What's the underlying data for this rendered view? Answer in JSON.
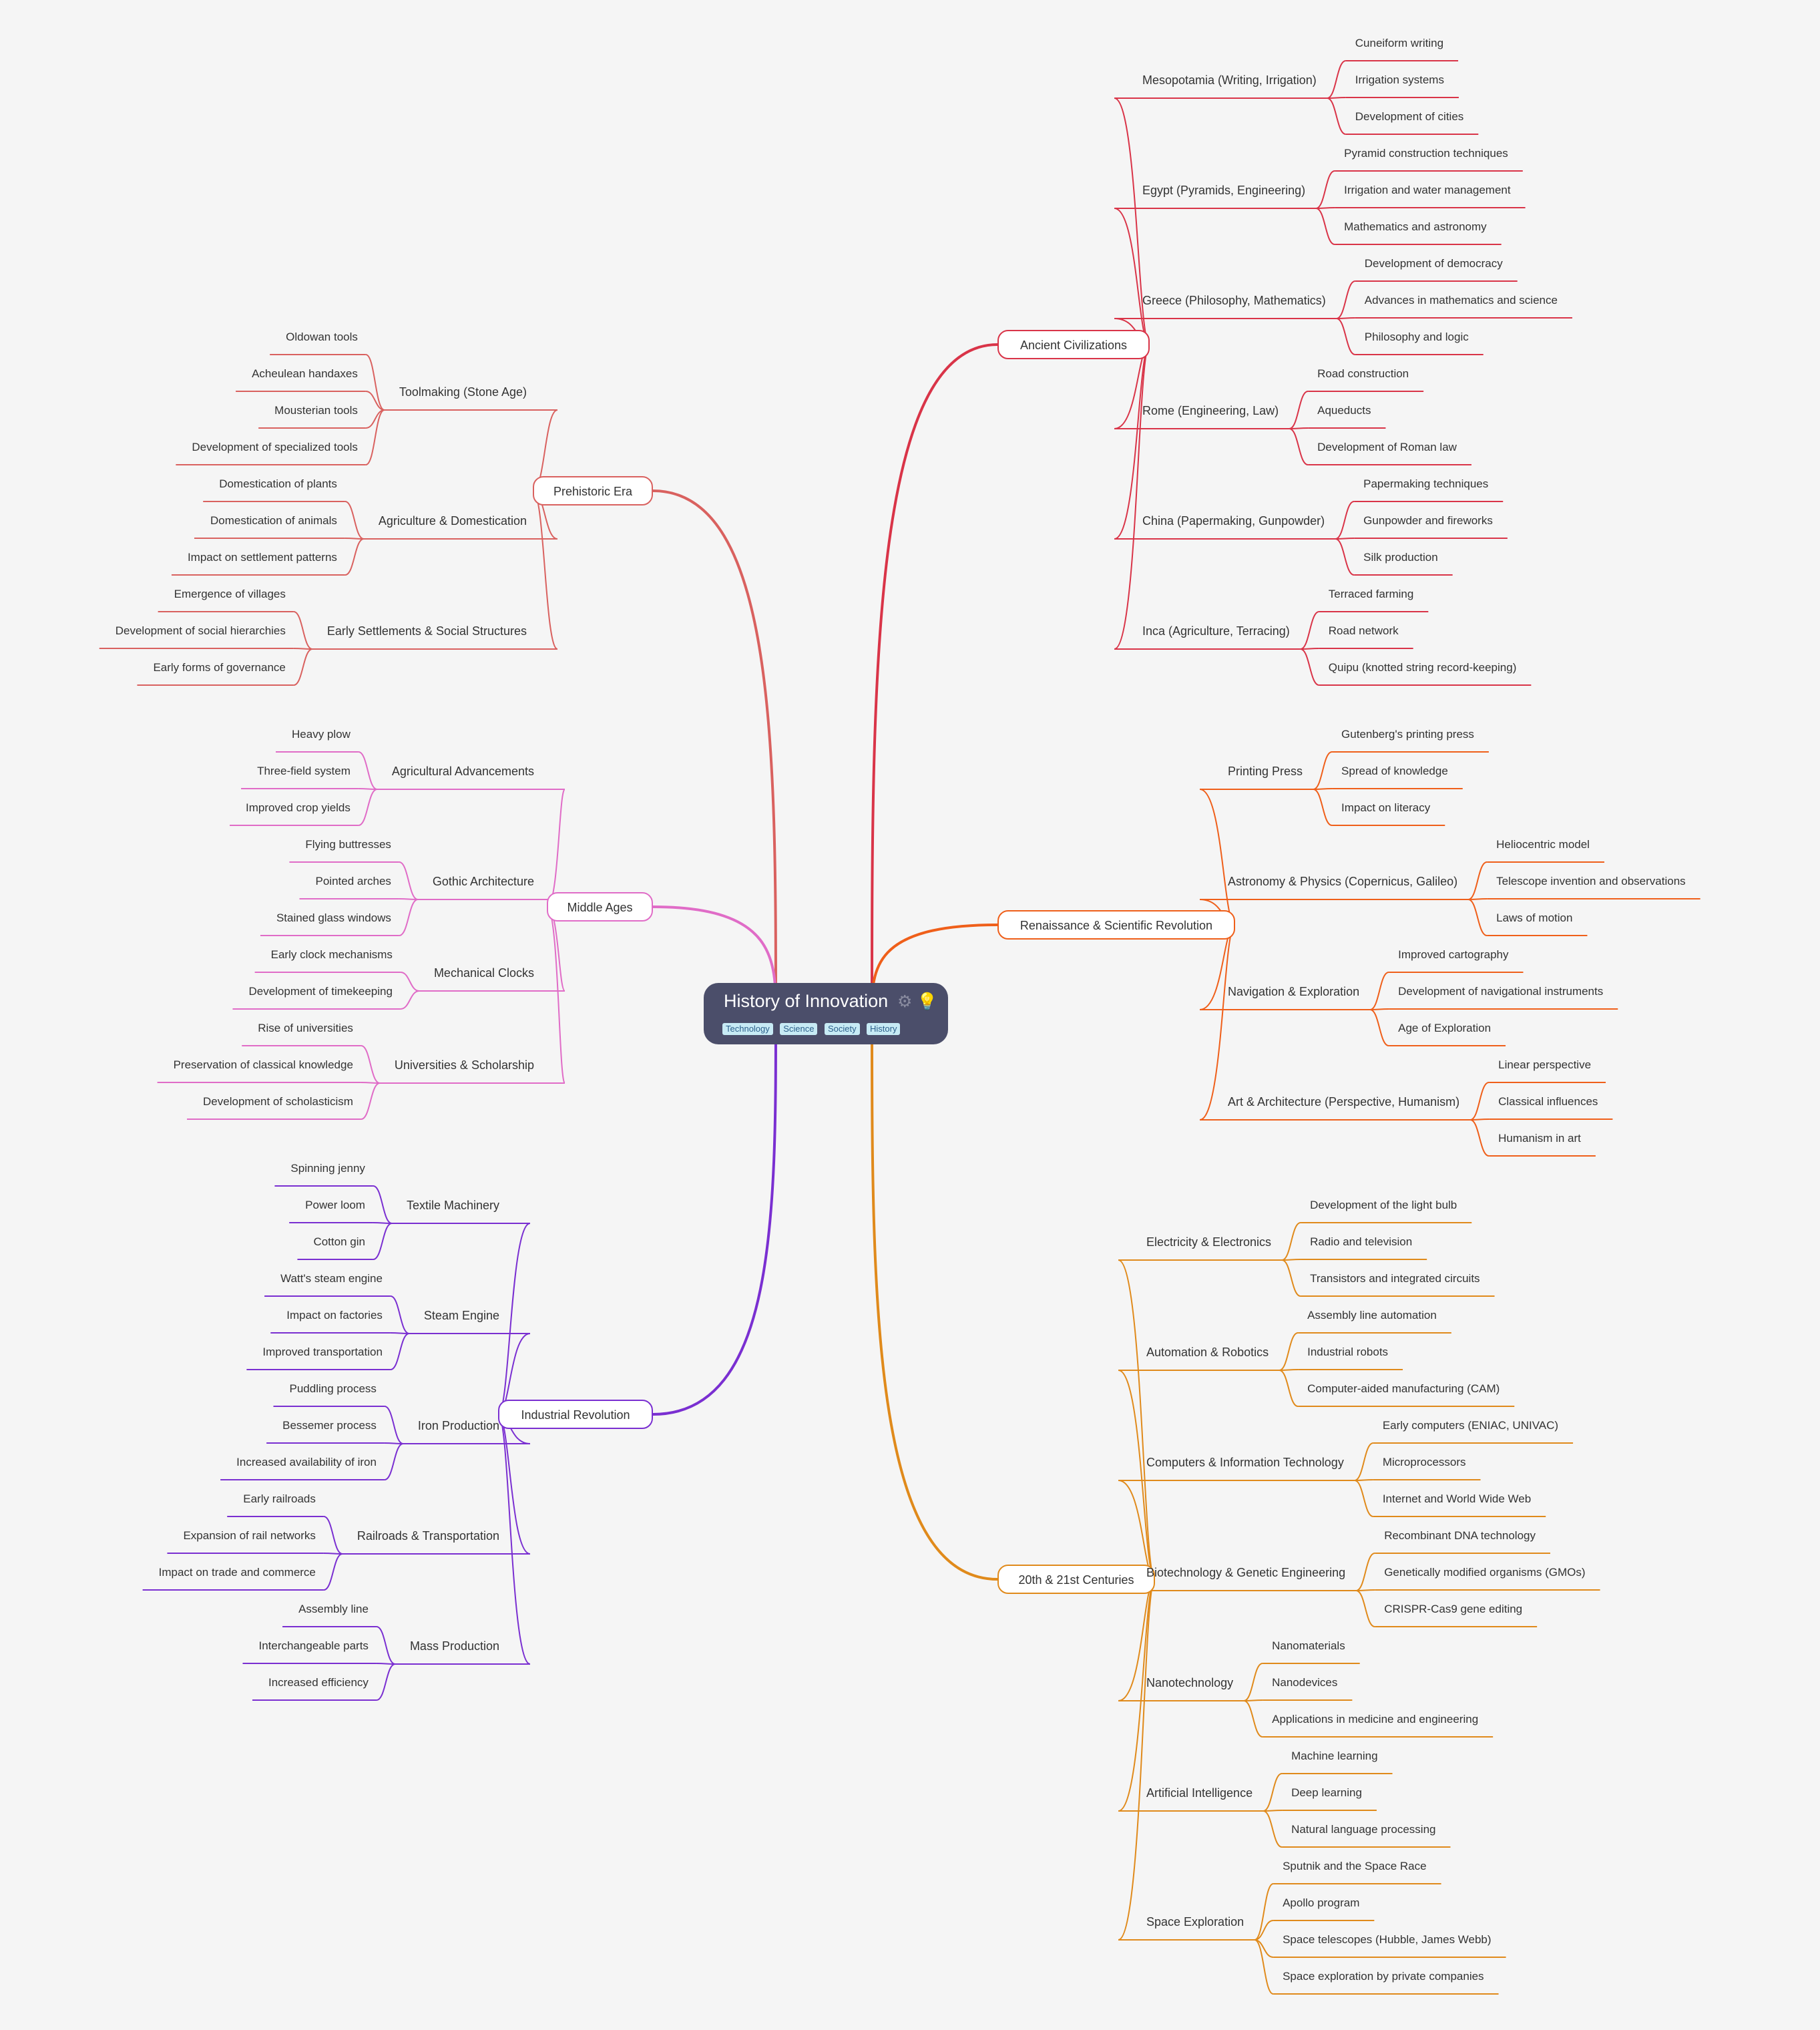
{
  "root": {
    "title": "History of Innovation",
    "icons": [
      "gear-icon",
      "lightbulb-icon"
    ],
    "tags": [
      "Technology",
      "Science",
      "Society",
      "History"
    ]
  },
  "branches": [
    {
      "id": "prehistoric",
      "label": "Prehistoric Era",
      "side": "left",
      "color": "#d9615f",
      "children": [
        {
          "label": "Toolmaking (Stone Age)",
          "children": [
            "Oldowan tools",
            "Acheulean handaxes",
            "Mousterian tools",
            "Development of specialized tools"
          ]
        },
        {
          "label": "Agriculture & Domestication",
          "children": [
            "Domestication of plants",
            "Domestication of animals",
            "Impact on settlement patterns"
          ]
        },
        {
          "label": "Early Settlements & Social Structures",
          "children": [
            "Emergence of villages",
            "Development of social hierarchies",
            "Early forms of governance"
          ]
        }
      ]
    },
    {
      "id": "middle-ages",
      "label": "Middle Ages",
      "side": "left",
      "color": "#e06cc7",
      "children": [
        {
          "label": "Agricultural Advancements",
          "children": [
            "Heavy plow",
            "Three-field system",
            "Improved crop yields"
          ]
        },
        {
          "label": "Gothic Architecture",
          "children": [
            "Flying buttresses",
            "Pointed arches",
            "Stained glass windows"
          ]
        },
        {
          "label": "Mechanical Clocks",
          "children": [
            "Early clock mechanisms",
            "Development of timekeeping"
          ]
        },
        {
          "label": "Universities & Scholarship",
          "children": [
            "Rise of universities",
            "Preservation of classical knowledge",
            "Development of scholasticism"
          ]
        }
      ]
    },
    {
      "id": "industrial",
      "label": "Industrial Revolution",
      "side": "left",
      "color": "#7a2fd1",
      "children": [
        {
          "label": "Textile Machinery",
          "children": [
            "Spinning jenny",
            "Power loom",
            "Cotton gin"
          ]
        },
        {
          "label": "Steam Engine",
          "children": [
            "Watt's steam engine",
            "Impact on factories",
            "Improved transportation"
          ]
        },
        {
          "label": "Iron Production",
          "children": [
            "Puddling process",
            "Bessemer process",
            "Increased availability of iron"
          ]
        },
        {
          "label": "Railroads & Transportation",
          "children": [
            "Early railroads",
            "Expansion of rail networks",
            "Impact on trade and commerce"
          ]
        },
        {
          "label": "Mass Production",
          "children": [
            "Assembly line",
            "Interchangeable parts",
            "Increased efficiency"
          ]
        }
      ]
    },
    {
      "id": "ancient",
      "label": "Ancient Civilizations",
      "side": "right",
      "color": "#d93448",
      "children": [
        {
          "label": "Mesopotamia (Writing, Irrigation)",
          "children": [
            "Cuneiform writing",
            "Irrigation systems",
            "Development of cities"
          ]
        },
        {
          "label": "Egypt (Pyramids, Engineering)",
          "children": [
            "Pyramid construction techniques",
            "Irrigation and water management",
            "Mathematics and astronomy"
          ]
        },
        {
          "label": "Greece (Philosophy, Mathematics)",
          "children": [
            "Development of democracy",
            "Advances in mathematics and science",
            "Philosophy and logic"
          ]
        },
        {
          "label": "Rome (Engineering, Law)",
          "children": [
            "Road construction",
            "Aqueducts",
            "Development of Roman law"
          ]
        },
        {
          "label": "China (Papermaking, Gunpowder)",
          "children": [
            "Papermaking techniques",
            "Gunpowder and fireworks",
            "Silk production"
          ]
        },
        {
          "label": "Inca (Agriculture, Terracing)",
          "children": [
            "Terraced farming",
            "Road network",
            "Quipu (knotted string record-keeping)"
          ]
        }
      ]
    },
    {
      "id": "renaissance",
      "label": "Renaissance & Scientific Revolution",
      "side": "right",
      "color": "#ef5f1a",
      "children": [
        {
          "label": "Printing Press",
          "children": [
            "Gutenberg's printing press",
            "Spread of knowledge",
            "Impact on literacy"
          ]
        },
        {
          "label": "Astronomy & Physics (Copernicus, Galileo)",
          "children": [
            "Heliocentric model",
            "Telescope invention and observations",
            "Laws of motion"
          ]
        },
        {
          "label": "Navigation & Exploration",
          "children": [
            "Improved cartography",
            "Development of navigational instruments",
            "Age of Exploration"
          ]
        },
        {
          "label": "Art & Architecture (Perspective, Humanism)",
          "children": [
            "Linear perspective",
            "Classical influences",
            "Humanism in art"
          ]
        }
      ]
    },
    {
      "id": "modern",
      "label": "20th & 21st Centuries",
      "side": "right",
      "color": "#e08a1b",
      "children": [
        {
          "label": "Electricity & Electronics",
          "children": [
            "Development of the light bulb",
            "Radio and television",
            "Transistors and integrated circuits"
          ]
        },
        {
          "label": "Automation & Robotics",
          "children": [
            "Assembly line automation",
            "Industrial robots",
            "Computer-aided manufacturing (CAM)"
          ]
        },
        {
          "label": "Computers & Information Technology",
          "children": [
            "Early computers (ENIAC, UNIVAC)",
            "Microprocessors",
            "Internet and World Wide Web"
          ]
        },
        {
          "label": "Biotechnology & Genetic Engineering",
          "children": [
            "Recombinant DNA technology",
            "Genetically modified organisms (GMOs)",
            "CRISPR-Cas9 gene editing"
          ]
        },
        {
          "label": "Nanotechnology",
          "children": [
            "Nanomaterials",
            "Nanodevices",
            "Applications in medicine and engineering"
          ]
        },
        {
          "label": "Artificial Intelligence",
          "children": [
            "Machine learning",
            "Deep learning",
            "Natural language processing"
          ]
        },
        {
          "label": "Space Exploration",
          "children": [
            "Sputnik and the Space Race",
            "Apollo program",
            "Space telescopes (Hubble, James Webb)",
            "Space exploration by private companies"
          ]
        }
      ]
    }
  ]
}
